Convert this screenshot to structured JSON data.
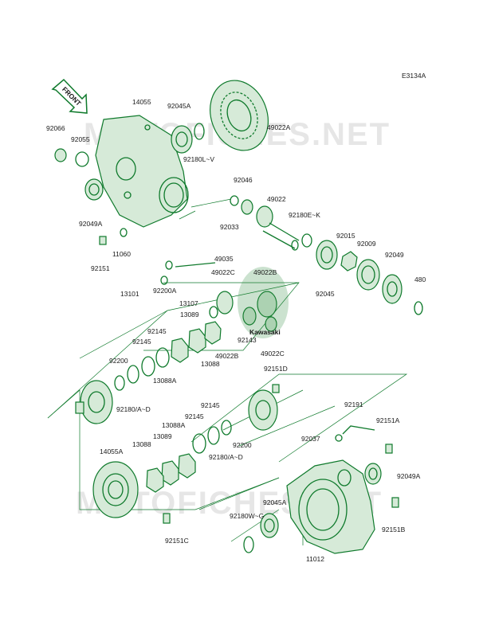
{
  "diagram_code": "E3134A",
  "front_label": "FRONT",
  "watermark": "MOTOFICHES.NET",
  "center_badge": "Kawasaki",
  "labels": {
    "p14055": "14055",
    "p92045A_top": "92045A",
    "p49022A": "49022A",
    "p92066": "92066",
    "p92055": "92055",
    "p92180LV": "92180L~V",
    "p92046": "92046",
    "p49022": "49022",
    "p92180EK": "92180E~K",
    "p92049A_l": "92049A",
    "p92033": "92033",
    "p92015": "92015",
    "p92009": "92009",
    "p92049": "92049",
    "p92151_l": "92151",
    "p11060": "11060",
    "p49035": "49035",
    "p480": "480",
    "p49022C_t": "49022C",
    "p49022B_t": "49022B",
    "p13101": "13101",
    "p92200A": "92200A",
    "p92045": "92045",
    "p13107": "13107",
    "p13089_t": "13089",
    "p92145_a": "92145",
    "p92145_b": "92145",
    "p92143": "92143",
    "p49022B_b": "49022B",
    "p49022C_b": "49022C",
    "p13088_t": "13088",
    "p92200_l": "92200",
    "p92151D": "92151D",
    "p13088A_t": "13088A",
    "p92180AD_l": "92180/A~D",
    "p92191": "92191",
    "p92145_c": "92145",
    "p92145_d": "92145",
    "p92151A": "92151A",
    "p13088A_b": "13088A",
    "p13089_b": "13089",
    "p13088_b": "13088",
    "p92037": "92037",
    "p92200_r": "92200",
    "p92180AD_r": "92180/A~D",
    "p14055A": "14055A",
    "p92049A_r": "92049A",
    "p92045A_b": "92045A",
    "p92180WG": "92180W~G",
    "p92151B": "92151B",
    "p92151C": "92151C",
    "p11012": "11012"
  }
}
